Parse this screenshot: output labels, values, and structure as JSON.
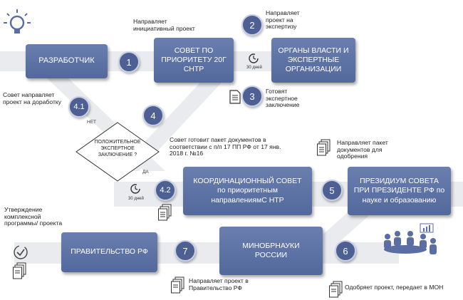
{
  "boxes": {
    "developer": "РАЗРАБОТЧИК",
    "council_line1": "СОВЕТ ПО",
    "council_line2": "ПРИОРИТЕТУ 20Г",
    "council_line3": "СНТР",
    "authorities_line1": "ОРГАНЫ ВЛАСТИ И",
    "authorities_line2": "ЭКСПЕРТНЫЕ",
    "authorities_line3": "ОРГАНИЗАЦИИ",
    "coord_line1": "КООРДИНАЦИОННЫЙ СОВЕТ",
    "coord_line2": "по приоритетным",
    "coord_line3": "направлениямС НТР",
    "presidium_line1": "ПРЕЗИДИУМ СОВЕТА",
    "presidium_line2": "ПРИ ПРЕЗИДЕНТЕ РФ по",
    "presidium_line3": "науке и образованию",
    "minobr_line1": "МИНОБРНАУКИ",
    "minobr_line2": "РОССИИ",
    "government": "ПРАВИТЕЛЬСТВО РФ"
  },
  "steps": {
    "s1": "1",
    "s2": "2",
    "s3": "3",
    "s4": "4",
    "s41": "4.1",
    "s42": "4.2",
    "s5": "5",
    "s6": "6",
    "s7": "7"
  },
  "notes": {
    "n1": "Направляет инициативный проект",
    "n2": "Направляет проект на экспертизу",
    "n3": "Готовят экспертное заключение",
    "n41": "Совет направляет проект на доработку",
    "n42": "Совет готовит пакет документов в соответствии с п/п 17 ПП РФ от 17 янв. 2018 г. №16",
    "n5": "Направляет пакет документов для одобрения",
    "n6": "Одобряет проект, передает в МОН",
    "n7": "Направляет проект в Правительство РФ",
    "n8": "Утверждение комплексной программы/ проекта"
  },
  "decision": {
    "text": "ПОЛОЖИТЕЛЬНОЕ ЭКСПЕРТНОЕ ЗАКЛЮЧЕНИЕ ?",
    "no": "НЕТ",
    "yes": "ДА"
  },
  "timers": {
    "t1": "30 дней",
    "t2": "30 дней"
  },
  "colors": {
    "box": "#5b6fa3",
    "circle": "#4d5f93",
    "band": "#e9ebef"
  }
}
